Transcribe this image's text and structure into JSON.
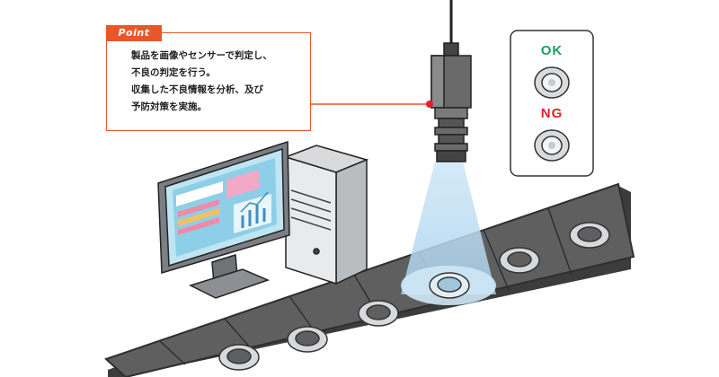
{
  "point": {
    "tag": "Point",
    "lines": [
      "製品を画像やセンサーで判定し、",
      "不良の判定を行う。",
      "収集した不良情報を分析、及び",
      "予防対策を実施。"
    ]
  },
  "indicator_panel": {
    "ok_label": "OK",
    "ng_label": "NG",
    "ok_color": "#1e9e63",
    "ng_color": "#e0202a"
  },
  "colors": {
    "accent": "#e8572a",
    "belt": "#5d5d5d",
    "screen": "#8ecfe8",
    "light_beam": "#b9dcf0"
  }
}
